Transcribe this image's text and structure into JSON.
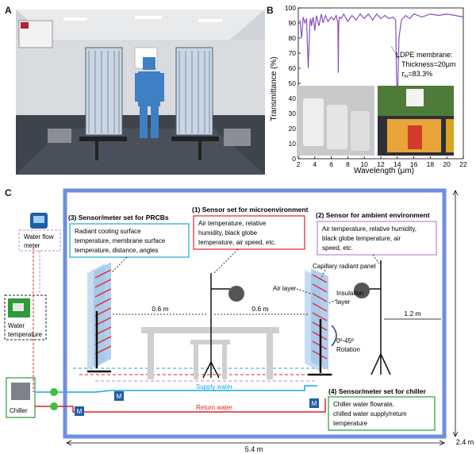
{
  "panels": {
    "a": "A",
    "b": "B",
    "c": "C"
  },
  "chart_data": {
    "type": "line",
    "xlabel": "Wavelength (μm)",
    "ylabel": "Transmittance (%)",
    "xlim": [
      2,
      22
    ],
    "ylim": [
      0,
      100
    ],
    "x_ticks": [
      "2",
      "4",
      "6",
      "8",
      "10",
      "12",
      "14",
      "16",
      "18",
      "20",
      "22"
    ],
    "y_ticks": [
      "0",
      "10",
      "20",
      "30",
      "40",
      "50",
      "60",
      "70",
      "80",
      "90",
      "100"
    ],
    "series": [
      {
        "color": "#8a4fbf",
        "x": [
          2.2,
          2.4,
          2.6,
          2.8,
          3.0,
          3.2,
          3.4,
          3.5,
          3.6,
          3.8,
          4.0,
          4.2,
          4.5,
          4.8,
          5.0,
          5.3,
          5.6,
          6.0,
          6.3,
          6.6,
          6.8,
          6.85,
          6.9,
          7.0,
          7.2,
          7.5,
          8.0,
          8.5,
          9.0,
          9.5,
          10.0,
          10.5,
          11.0,
          11.5,
          12.0,
          12.5,
          13.0,
          13.5,
          13.8,
          13.9,
          14.0,
          14.2,
          14.5,
          15.0,
          15.5,
          16.0,
          17.0,
          18.0,
          19.0,
          20.0,
          21.0,
          22.0
        ],
        "y": [
          92,
          80,
          94,
          90,
          93,
          60,
          90,
          93,
          88,
          94,
          85,
          95,
          88,
          96,
          90,
          95,
          91,
          94,
          92,
          95,
          90,
          57,
          90,
          94,
          93,
          96,
          91,
          95,
          92,
          96,
          93,
          96,
          92,
          96,
          93,
          95,
          93,
          94,
          92,
          55,
          35,
          80,
          92,
          95,
          93,
          96,
          94,
          96,
          95,
          96,
          95,
          94
        ]
      }
    ],
    "annotation": {
      "line1": "LDPE membrane:",
      "line2": "Thickness=20μm",
      "line3": "τ = 83.3%",
      "tau": "τ",
      "sub": "m",
      "eq": "=83.3%"
    }
  },
  "diagram": {
    "sensor1": {
      "title": "(1) Sensor set for microenvironment",
      "lines": [
        "Air temperature, relative",
        "humidity, black globe",
        "temperature, air speed, etc."
      ]
    },
    "sensor2": {
      "title": "(2) Sensor for ambient environment",
      "lines": [
        "Air temperature, relative humidity,",
        "black globe temperature, air",
        "speed, etc."
      ]
    },
    "sensor3": {
      "title": "(3) Sensor/meter set for PRCBs",
      "lines": [
        "Radiant cooling surface",
        "temperature, membrane  surface",
        "temperature, distance, angles"
      ]
    },
    "sensor4": {
      "title": "(4) Sensor/meter set for chiller",
      "lines": [
        "Chiller water flowrate,",
        "chilled water supply/retum",
        "temperature"
      ]
    },
    "water_flow": [
      "Water flow",
      "meter"
    ],
    "water_temp": [
      "Water",
      "temperature"
    ],
    "chiller": "Chiller",
    "capillary": "Capillary radiant panel",
    "air_layer": "Air layer",
    "insulation": [
      "Insulation",
      "layer"
    ],
    "rotation": [
      "0º-45º",
      "Rotation"
    ],
    "dist_left": "0.6 m",
    "dist_right": "0.6 m",
    "dist_wall": "1.2 m",
    "width": "5.4 m",
    "height": "2.4 m",
    "supply": "Supply water",
    "return": "Return water",
    "meter": "M",
    "colors": {
      "room": "#6f8ee0",
      "supply": "#1aa7e6",
      "return": "#e32222"
    }
  }
}
